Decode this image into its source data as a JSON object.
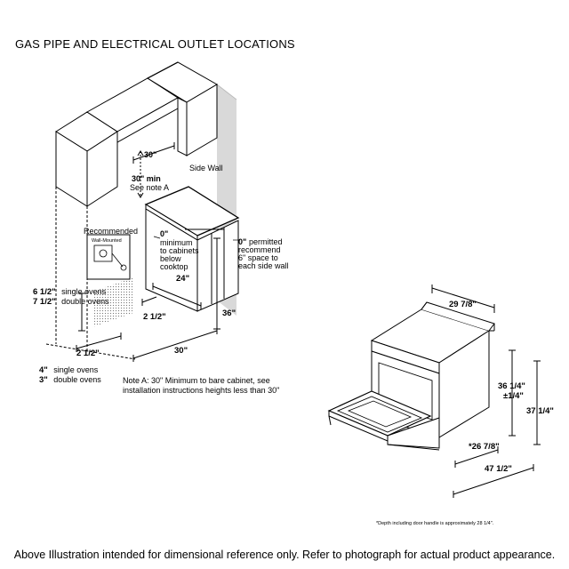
{
  "title": "GAS PIPE AND ELECTRICAL OUTLET LOCATIONS",
  "left_diagram": {
    "cabinet_gap": "30\"",
    "min_clearance": "30\" min",
    "see_note": "See note A",
    "side_wall": "Side Wall",
    "recommended": "Recommended",
    "wall_mounted": "Wall-Mounted",
    "zero_minimum": {
      "value": "0\"",
      "lines": [
        "minimum",
        "to cabinets",
        "below",
        "cooktop"
      ]
    },
    "zero_permitted": {
      "value": "0\"",
      "lines": [
        "permitted",
        "recommend",
        "6\" space to",
        "each side wall"
      ]
    },
    "depth_24": "24\"",
    "height_36": "36\"",
    "width_30": "30\"",
    "two_half_a": "2 1/2\"",
    "two_half_b": "2 1/2\"",
    "single_oven_height": {
      "value": "6 1/2\"",
      "label": "single ovens"
    },
    "double_oven_height": {
      "value": "7 1/2\"",
      "label": "double ovens"
    },
    "single_oven_floor": {
      "value": "4\"",
      "label": "single ovens"
    },
    "double_oven_floor": {
      "value": "3\"",
      "label": "double ovens"
    },
    "note_a": [
      "Note A: 30\" Minimum to bare cabinet, see",
      "installation instructions heights less than 30\""
    ]
  },
  "right_diagram": {
    "width": "29 7/8\"",
    "height_min": "36 1/4\"",
    "height_tol": "1/4\"",
    "height_total": "37 1/4\"",
    "depth": "*26 7/8\"",
    "depth_open": "47 1/2\"",
    "footnote": "*Depth including door handle is approximately 28 1/4\"."
  },
  "footer": "Above Illustration intended for dimensional reference only. Refer to photograph for actual product appearance."
}
